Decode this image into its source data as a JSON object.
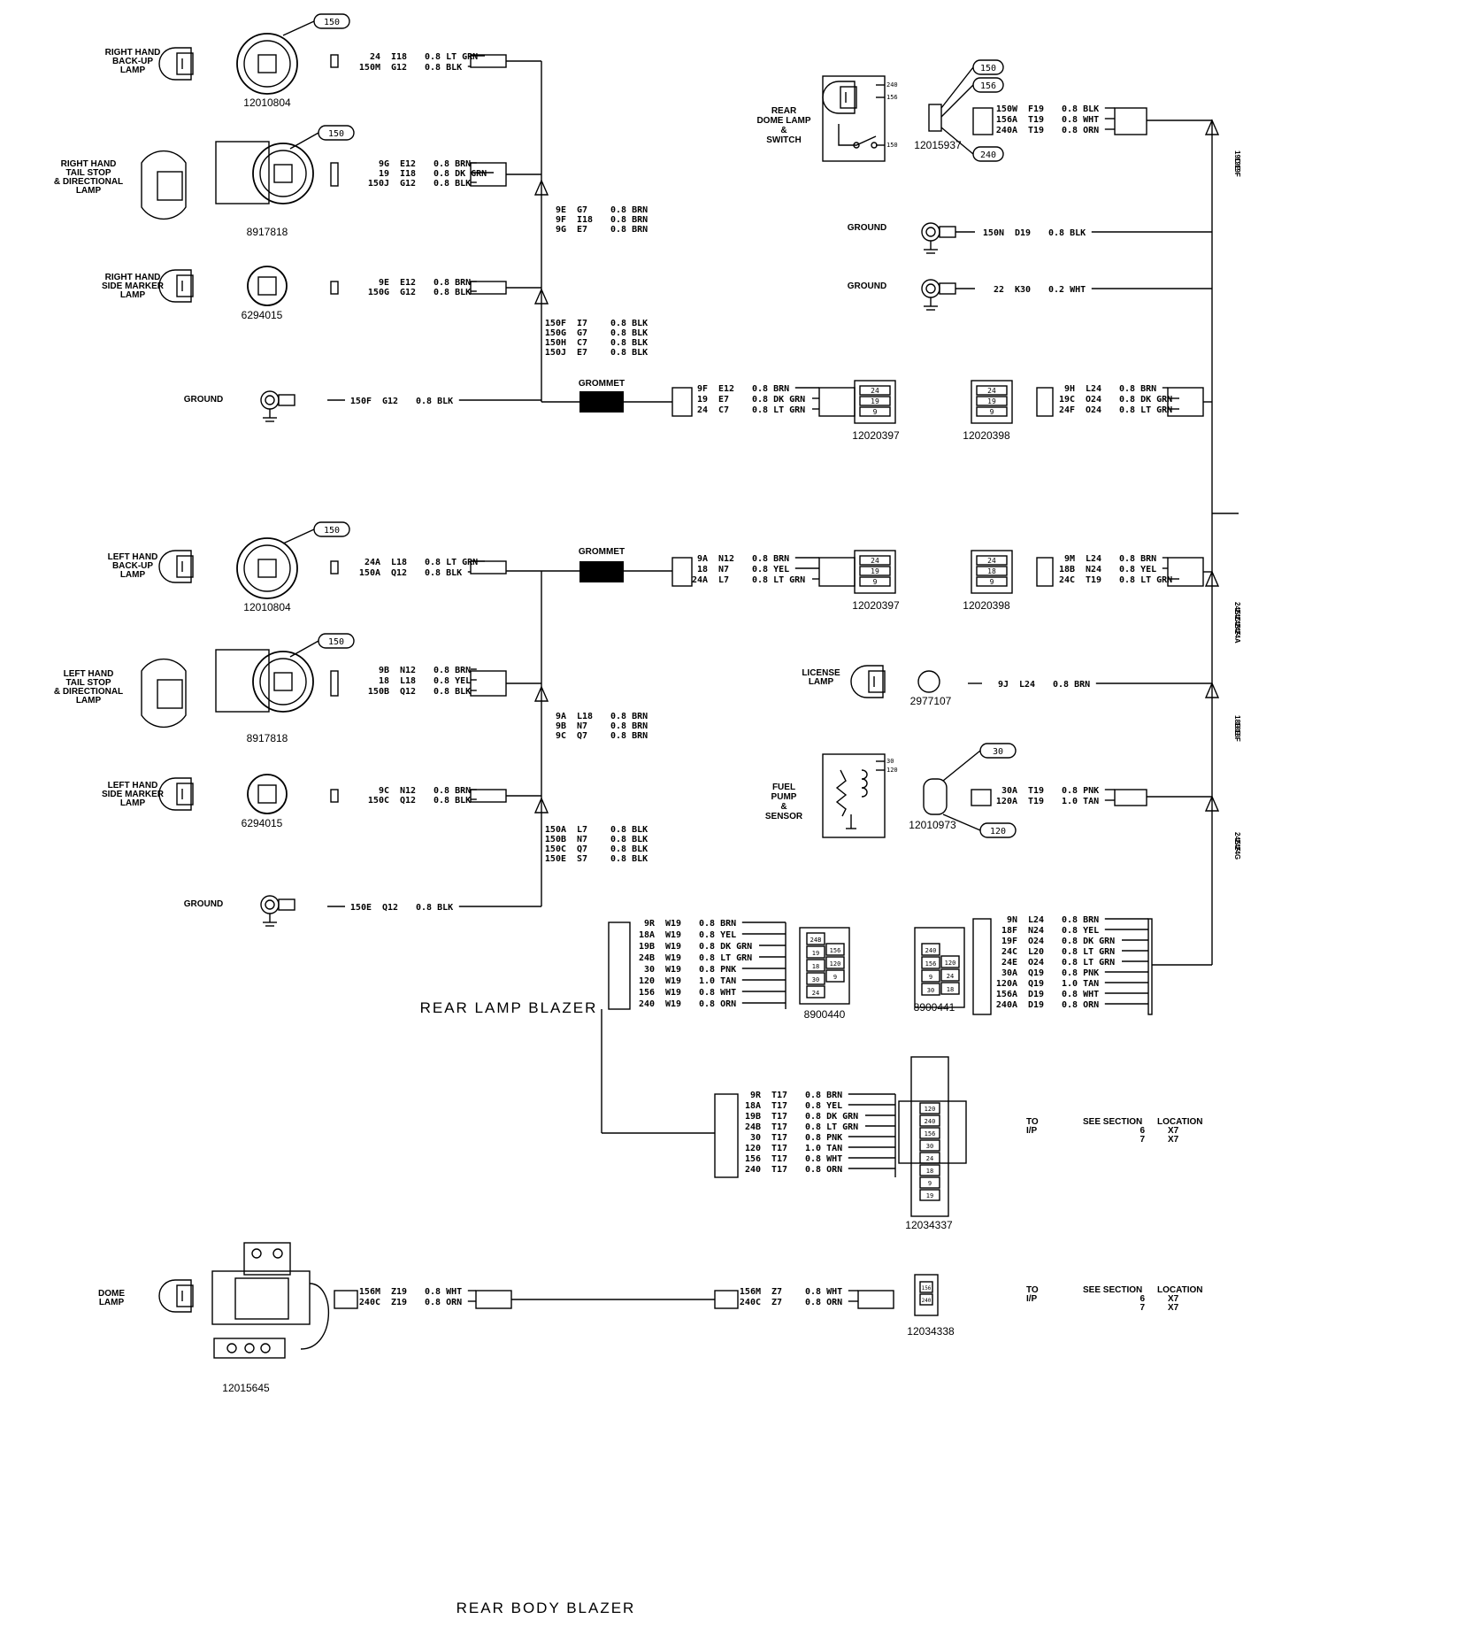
{
  "titles": {
    "rear_lamp": "REAR LAMP BLAZER",
    "rear_body": "REAR BODY BLAZER"
  },
  "grommet": "GROMMET",
  "components": [
    {
      "id": "rh_backup",
      "lines": [
        "RIGHT HAND",
        "BACK-UP",
        "LAMP"
      ],
      "part": "12010804",
      "callout": "150"
    },
    {
      "id": "rh_tail",
      "lines": [
        "RIGHT HAND",
        "TAIL STOP",
        "& DIRECTIONAL",
        "LAMP"
      ],
      "part": "8917818",
      "callout": "150"
    },
    {
      "id": "rh_side",
      "lines": [
        "RIGHT HAND",
        "SIDE MARKER",
        "LAMP"
      ],
      "part": "6294015"
    },
    {
      "id": "ground1",
      "lines": [
        "GROUND"
      ]
    },
    {
      "id": "lh_backup",
      "lines": [
        "LEFT HAND",
        "BACK-UP",
        "LAMP"
      ],
      "part": "12010804",
      "callout": "150"
    },
    {
      "id": "lh_tail",
      "lines": [
        "LEFT HAND",
        "TAIL STOP",
        "& DIRECTIONAL",
        "LAMP"
      ],
      "part": "8917818",
      "callout": "150"
    },
    {
      "id": "lh_side",
      "lines": [
        "LEFT HAND",
        "SIDE MARKER",
        "LAMP"
      ],
      "part": "6294015"
    },
    {
      "id": "ground2",
      "lines": [
        "GROUND"
      ]
    },
    {
      "id": "dome_switch",
      "lines": [
        "REAR",
        "DOME LAMP",
        "&",
        "SWITCH"
      ],
      "part": "12015937",
      "callouts": [
        "150",
        "156",
        "240"
      ]
    },
    {
      "id": "ground3",
      "lines": [
        "GROUND"
      ]
    },
    {
      "id": "ground4",
      "lines": [
        "GROUND"
      ]
    },
    {
      "id": "license",
      "lines": [
        "LICENSE",
        "LAMP"
      ],
      "part": "2977107"
    },
    {
      "id": "fuel",
      "lines": [
        "FUEL",
        "PUMP",
        "&",
        "SENSOR"
      ],
      "part": "12010973",
      "callouts": [
        "30",
        "120"
      ]
    },
    {
      "id": "dome",
      "lines": [
        "DOME",
        "LAMP"
      ],
      "part": "12015645"
    }
  ],
  "connectors": {
    "c_12020397_a": "12020397",
    "c_12020398_a": "12020398",
    "c_12020397_b": "12020397",
    "c_12020398_b": "12020398",
    "c_8900440": "8900440",
    "c_8900441": "8900441",
    "c_12034337": "12034337",
    "c_12034338": "12034338"
  },
  "wire_groups": {
    "rh_backup": [
      [
        "24",
        "I18",
        "0.8 LT GRN"
      ],
      [
        "150M",
        "G12",
        "0.8 BLK"
      ]
    ],
    "rh_tail": [
      [
        "9G",
        "E12",
        "0.8 BRN"
      ],
      [
        "19",
        "I18",
        "0.8 DK GRN"
      ],
      [
        "150J",
        "G12",
        "0.8 BLK"
      ]
    ],
    "rh_side": [
      [
        "9E",
        "E12",
        "0.8 BRN"
      ],
      [
        "150G",
        "G12",
        "0.8 BLK"
      ]
    ],
    "ground1": [
      [
        "150F",
        "G12",
        "0.8 BLK"
      ]
    ],
    "splice1": [
      [
        "9E",
        "G7",
        "0.8 BRN"
      ],
      [
        "9F",
        "I18",
        "0.8 BRN"
      ],
      [
        "9G",
        "E7",
        "0.8 BRN"
      ]
    ],
    "splice2": [
      [
        "150F",
        "I7",
        "0.8 BLK"
      ],
      [
        "150G",
        "G7",
        "0.8 BLK"
      ],
      [
        "150H",
        "C7",
        "0.8 BLK"
      ],
      [
        "150J",
        "E7",
        "0.8 BLK"
      ]
    ],
    "grom1": [
      [
        "9F",
        "E12",
        "0.8 BRN"
      ],
      [
        "19",
        "E7",
        "0.8 DK GRN"
      ],
      [
        "24",
        "C7",
        "0.8 LT GRN"
      ]
    ],
    "c398a": [
      [
        "9H",
        "L24",
        "0.8 BRN"
      ],
      [
        "19C",
        "O24",
        "0.8 DK GRN"
      ],
      [
        "24F",
        "O24",
        "0.8 LT GRN"
      ]
    ],
    "lh_backup": [
      [
        "24A",
        "L18",
        "0.8 LT GRN"
      ],
      [
        "150A",
        "Q12",
        "0.8 BLK"
      ]
    ],
    "grom2": [
      [
        "9A",
        "N12",
        "0.8 BRN"
      ],
      [
        "18",
        "N7",
        "0.8 YEL"
      ],
      [
        "24A",
        "L7",
        "0.8 LT GRN"
      ]
    ],
    "c398b": [
      [
        "9M",
        "L24",
        "0.8 BRN"
      ],
      [
        "18B",
        "N24",
        "0.8 YEL"
      ],
      [
        "24C",
        "T19",
        "0.8 LT GRN"
      ]
    ],
    "lh_tail": [
      [
        "9B",
        "N12",
        "0.8 BRN"
      ],
      [
        "18",
        "L18",
        "0.8 YEL"
      ],
      [
        "150B",
        "Q12",
        "0.8 BLK"
      ]
    ],
    "splice3": [
      [
        "9A",
        "L18",
        "0.8 BRN"
      ],
      [
        "9B",
        "N7",
        "0.8 BRN"
      ],
      [
        "9C",
        "Q7",
        "0.8 BRN"
      ]
    ],
    "lh_side": [
      [
        "9C",
        "N12",
        "0.8 BRN"
      ],
      [
        "150C",
        "Q12",
        "0.8 BLK"
      ]
    ],
    "splice4": [
      [
        "150A",
        "L7",
        "0.8 BLK"
      ],
      [
        "150B",
        "N7",
        "0.8 BLK"
      ],
      [
        "150C",
        "Q7",
        "0.8 BLK"
      ],
      [
        "150E",
        "S7",
        "0.8 BLK"
      ]
    ],
    "ground2": [
      [
        "150E",
        "Q12",
        "0.8 BLK"
      ]
    ],
    "dome_switch": [
      [
        "150W",
        "F19",
        "0.8 BLK"
      ],
      [
        "156A",
        "T19",
        "0.8 WHT"
      ],
      [
        "240A",
        "T19",
        "0.8 ORN"
      ]
    ],
    "ground3": [
      [
        "150N",
        "D19",
        "0.8 BLK"
      ]
    ],
    "ground4": [
      [
        "22",
        "K30",
        "0.2 WHT"
      ]
    ],
    "license": [
      [
        "9J",
        "L24",
        "0.8 BRN"
      ]
    ],
    "fuel": [
      [
        "30A",
        "T19",
        "0.8 PNK"
      ],
      [
        "120A",
        "T19",
        "1.0 TAN"
      ]
    ],
    "c8900440": [
      [
        "9R",
        "W19",
        "0.8 BRN"
      ],
      [
        "18A",
        "W19",
        "0.8 YEL"
      ],
      [
        "19B",
        "W19",
        "0.8 DK GRN"
      ],
      [
        "24B",
        "W19",
        "0.8 LT GRN"
      ],
      [
        "30",
        "W19",
        "0.8 PNK"
      ],
      [
        "120",
        "W19",
        "1.0 TAN"
      ],
      [
        "156",
        "W19",
        "0.8 WHT"
      ],
      [
        "240",
        "W19",
        "0.8 ORN"
      ]
    ],
    "c8900441": [
      [
        "9N",
        "L24",
        "0.8 BRN"
      ],
      [
        "18F",
        "N24",
        "0.8 YEL"
      ],
      [
        "19F",
        "O24",
        "0.8 DK GRN"
      ],
      [
        "24C",
        "L20",
        "0.8 LT GRN"
      ],
      [
        "24E",
        "O24",
        "0.8 LT GRN"
      ],
      [
        "30A",
        "Q19",
        "0.8 PNK"
      ],
      [
        "120A",
        "Q19",
        "1.0 TAN"
      ],
      [
        "156A",
        "D19",
        "0.8 WHT"
      ],
      [
        "240A",
        "D19",
        "0.8 ORN"
      ]
    ],
    "c12034337": [
      [
        "9R",
        "T17",
        "0.8 BRN"
      ],
      [
        "18A",
        "T17",
        "0.8 YEL"
      ],
      [
        "19B",
        "T17",
        "0.8 DK GRN"
      ],
      [
        "24B",
        "T17",
        "0.8 LT GRN"
      ],
      [
        "30",
        "T17",
        "0.8 PNK"
      ],
      [
        "120",
        "T17",
        "1.0 TAN"
      ],
      [
        "156",
        "T17",
        "0.8 WHT"
      ],
      [
        "240",
        "T17",
        "0.8 ORN"
      ]
    ],
    "dome": [
      [
        "156M",
        "Z19",
        "0.8 WHT"
      ],
      [
        "240C",
        "Z19",
        "0.8 ORN"
      ]
    ],
    "c12034338": [
      [
        "156M",
        "Z7",
        "0.8 WHT"
      ],
      [
        "240C",
        "Z7",
        "0.8 ORN"
      ]
    ]
  },
  "right_edge": [
    "19C",
    "19E",
    "19F",
    "24E",
    "24C",
    "24B",
    "24F",
    "24A",
    "18B",
    "18E",
    "18F",
    "24E",
    "24F",
    "24G"
  ],
  "to_ip": [
    {
      "to": "TO",
      "to2": "I/P",
      "see": "SEE SECTION",
      "loc": "LOCATION",
      "r1": [
        "6",
        "X7"
      ],
      "r2": [
        "7",
        "X7"
      ]
    },
    {
      "to": "TO",
      "to2": "I/P",
      "see": "SEE SECTION",
      "loc": "LOCATION",
      "r1": [
        "6",
        "X7"
      ],
      "r2": [
        "7",
        "X7"
      ]
    }
  ]
}
